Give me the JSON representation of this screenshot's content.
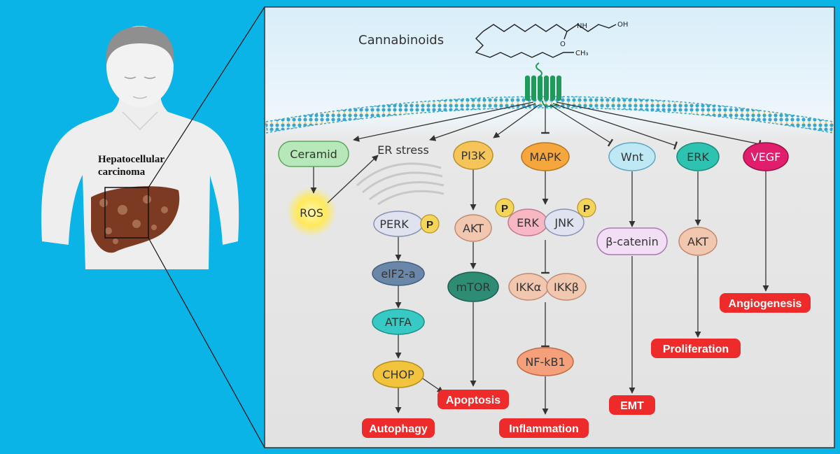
{
  "cannabinoids_label": "Cannabinoids",
  "hcc_label": {
    "line1": "Hepatocellular",
    "line2": "carcinoma"
  },
  "chem": {
    "o": "O",
    "nh": "NH",
    "oh": "OH",
    "ch3": "CH₃"
  },
  "phospho_label": "P",
  "nodes": {
    "ceramid": "Ceramid",
    "ros": "ROS",
    "er_stress": "ER stress",
    "perk": "PERK",
    "eif2a": "elF2-a",
    "atfa": "ATFA",
    "chop": "CHOP",
    "pi3k": "PI3K",
    "akt1": "AKT",
    "mtor": "mTOR",
    "mapk": "MAPK",
    "erk1": "ERK",
    "jnk": "JNK",
    "ikka": "IKKα",
    "ikkb": "IKKβ",
    "nfkb1": "NF-kB1",
    "wnt": "Wnt",
    "bcatenin": "β-catenin",
    "erk2": "ERK",
    "akt2": "AKT",
    "vegf": "VEGF"
  },
  "outcomes": {
    "autophagy": "Autophagy",
    "apoptosis": "Apoptosis",
    "inflammation": "Inflammation",
    "emt": "EMT",
    "proliferation": "Proliferation",
    "angiogenesis": "Angiogenesis"
  },
  "colors": {
    "frame_blue": "#0ab4e6",
    "panel_grey": "#e4e6e8",
    "outcome_red": "#ee2b2b",
    "receptor_green": "#1e9b5a"
  }
}
